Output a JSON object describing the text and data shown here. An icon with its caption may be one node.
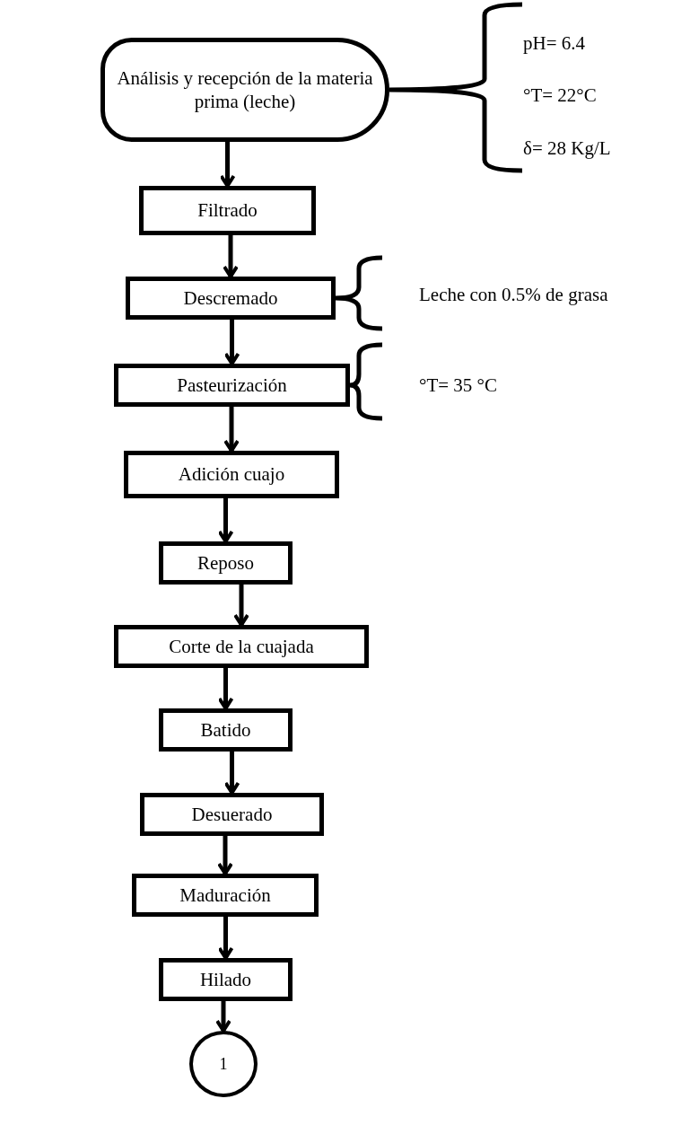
{
  "diagram": {
    "nodes": [
      {
        "text": [
          "Análisis y recepción de la materia prima (leche)"
        ],
        "beside": [
          "pH= 6.4",
          "°T= 22°C",
          "δ= 28 Kg/L"
        ]
      },
      {
        "text": [
          "Filtrado"
        ]
      },
      {
        "text": [
          "Descremado"
        ]
      },
      {
        "text": [
          "Pasteurización"
        ]
      },
      {
        "text": [
          "Adición cuajo"
        ]
      },
      {
        "text": [
          "Reposo"
        ]
      },
      {
        "text": [
          "Corte de la cuajada"
        ]
      },
      {
        "text": [
          "Batido"
        ]
      },
      {
        "text": [
          "Desuerado"
        ]
      },
      {
        "text": [
          "Maduración"
        ]
      },
      {
        "text": [
          "Hilado"
        ]
      },
      {
        "text": [
          "1"
        ]
      }
    ],
    "edges": [
      {
        "from": 0,
        "to": 1,
        "arrow": "to"
      },
      {
        "from": 1,
        "to": 2,
        "arrow": "to"
      },
      {
        "from": 2,
        "to": 3,
        "arrow": "to"
      },
      {
        "from": 3,
        "to": 4,
        "arrow": "to"
      },
      {
        "from": 4,
        "to": 5,
        "arrow": "to"
      },
      {
        "from": 5,
        "to": 6,
        "arrow": "to"
      },
      {
        "from": 6,
        "to": 7,
        "arrow": "to"
      },
      {
        "from": 7,
        "to": 8,
        "arrow": "to"
      },
      {
        "from": 8,
        "to": 9,
        "arrow": "to"
      },
      {
        "from": 9,
        "to": 10,
        "arrow": "to"
      },
      {
        "from": 10,
        "to": 11,
        "arrow": "to"
      }
    ],
    "labels": [
      "Leche con 0.5% de grasa",
      "°T= 35 °C"
    ]
  }
}
